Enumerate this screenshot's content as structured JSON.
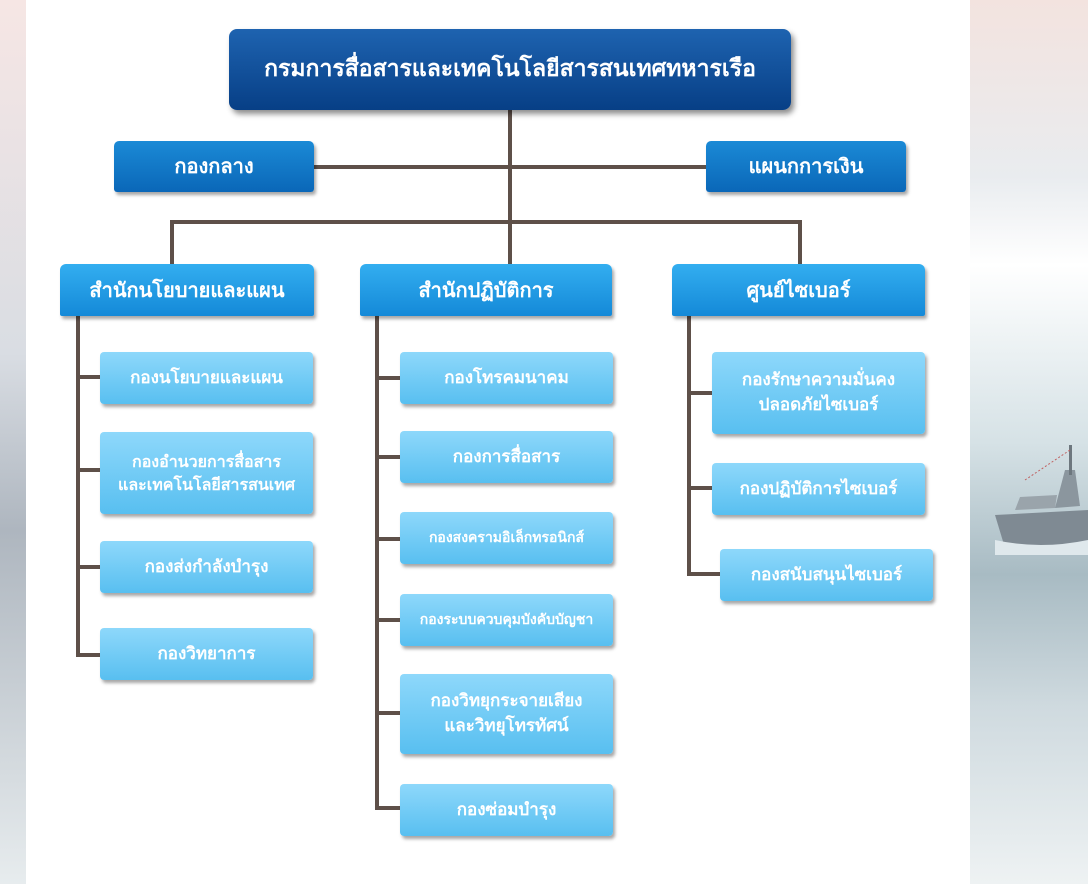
{
  "org_chart": {
    "root": "กรมการสื่อสารและเทคโนโลยีสารสนเทศทหารเรือ",
    "staff": {
      "left": "กองกลาง",
      "right": "แผนกการเงิน"
    },
    "divisions": [
      {
        "label": "สำนักนโยบายและแผน",
        "units": [
          "กองนโยบายและแผน",
          "กองอำนวยการสื่อสาร\nและเทคโนโลยีสารสนเทศ",
          "กองส่งกำลังบำรุง",
          "กองวิทยาการ"
        ]
      },
      {
        "label": "สำนักปฏิบัติการ",
        "units": [
          "กองโทรคมนาคม",
          "กองการสื่อสาร",
          "กองสงครามอิเล็กทรอนิกส์",
          "กองระบบควบคุมบังคับบัญชา",
          "กองวิทยุกระจายเสียง\nและวิทยุโทรทัศน์",
          "กองซ่อมบำรุง"
        ]
      },
      {
        "label": "ศูนย์ไซเบอร์",
        "units": [
          "กองรักษาความมั่นคง\nปลอดภัยไซเบอร์",
          "กองปฏิบัติการไซเบอร์",
          "กองสนับสนุนไซเบอร์"
        ]
      }
    ]
  },
  "colors": {
    "root_box": "#073f86",
    "staff_box": "#0a67b8",
    "division_box": "#1489d8",
    "unit_box": "#58bff0",
    "connector": "#5e5049"
  }
}
